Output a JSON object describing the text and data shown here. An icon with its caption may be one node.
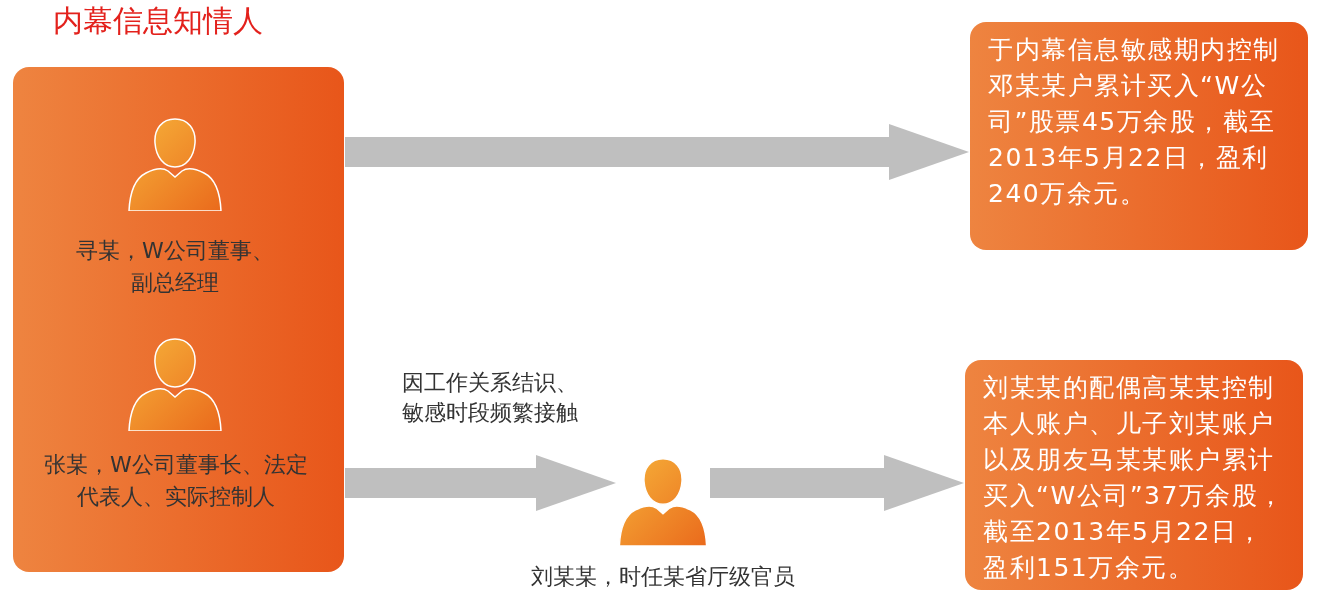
{
  "diagram": {
    "nodes": [
      {
        "text": [
          "内幕信息知情人"
        ]
      },
      {
        "text": [],
        "shape": "person",
        "in": 0,
        "beside": [
          "寻某，W公司董事、副总经理"
        ]
      },
      {
        "text": [],
        "shape": "person",
        "in": 0,
        "beside": [
          "张某，W公司董事长、法定代表人、实际控制人"
        ]
      },
      {
        "text": [
          "于内幕信息敏感期内控制邓某某户累计买入“W公司”股票45万余股，截至2013年5月22日，盈利240万余元。"
        ]
      },
      {
        "text": [],
        "shape": "person",
        "beside": [
          "刘某某，时任某省厅级官员"
        ]
      },
      {
        "text": [
          "刘某某的配偶高某某控制本人账户、儿子刘某账户以及朋友马某某账户累计买入“W公司”37万余股，截至2013年5月22日，盈利151万余元。"
        ]
      }
    ],
    "edges": [
      {
        "from": 0,
        "to": 3,
        "arrow": "to"
      },
      {
        "from": 0,
        "to": 4,
        "arrow": "to",
        "label": "因工作关系结识、敏感时段频繁接触"
      },
      {
        "from": 4,
        "to": 5,
        "arrow": "to"
      }
    ]
  }
}
